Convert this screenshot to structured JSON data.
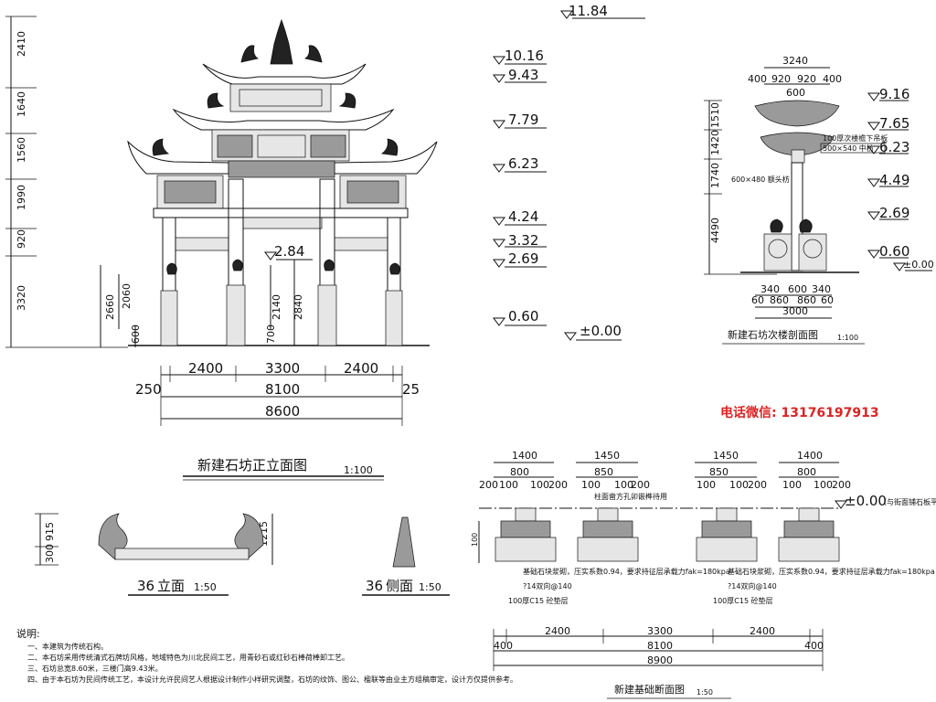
{
  "elevation": {
    "left_dims": [
      "2410",
      "1640",
      "1560",
      "1990",
      "920",
      "3320"
    ],
    "levels": [
      "11.84",
      "10.16",
      "9.43",
      "7.79",
      "6.23",
      "4.24",
      "3.32",
      "2.69",
      "0.60",
      "±0.00"
    ],
    "inner_dims": [
      "2660",
      "2060",
      "600",
      "2140",
      "2840",
      "700"
    ],
    "inner_level": "2.84",
    "bottom_dims": [
      "2400",
      "3300",
      "2400",
      "250",
      "8100",
      "25",
      "8600"
    ],
    "title": "新建石坊正立面图",
    "scale": "1:100"
  },
  "section": {
    "top_dims": [
      "3240",
      "400",
      "920",
      "920",
      "400",
      "600"
    ],
    "left_dims": [
      "1510",
      "1420",
      "1740",
      "4490"
    ],
    "levels": [
      "9.16",
      "7.65",
      "6.23",
      "4.49",
      "2.69",
      "0.60",
      "±0.00"
    ],
    "notes": [
      "100厚次楼檐下吊板",
      "500×540 中枋",
      "600×480 额头枋"
    ],
    "bottom_dims": [
      "340",
      "600",
      "340",
      "60",
      "860",
      "860",
      "60",
      "3000"
    ],
    "title": "新建石坊次楼剖面图",
    "scale": "1:100"
  },
  "contact": "电话微信: 13176197913",
  "detail36": {
    "dims": [
      "915",
      "300",
      "1215"
    ],
    "front_label": "36",
    "front_word": "立面",
    "front_scale": "1:50",
    "side_label": "36",
    "side_word": "侧面",
    "side_scale": "1:50"
  },
  "foundation": {
    "top_dims": [
      [
        "1400",
        "200",
        "100",
        "800",
        "100",
        "200"
      ],
      [
        "1450",
        "100",
        "850",
        "100",
        "200"
      ],
      [
        "1450",
        "100",
        "850",
        "100",
        "200"
      ],
      [
        "1400",
        "100",
        "800",
        "100",
        "200"
      ]
    ],
    "pier_note": "柱面凿方孔卯嵌榫待用",
    "level": "±0.00",
    "level_note": "（与街面铺石板平）",
    "left_dim": "100",
    "notes": [
      "基础石块浆砌，压实系数0.94，要求持征层承载力fak=180kpa",
      "基础石块浆砌，压实系数0.94，要求持征层承载力fak=180kpa"
    ],
    "rebar": [
      "?14双向@140",
      "?14双向@140"
    ],
    "pad": [
      "100厚C15 砼垫层",
      "100厚C15 砼垫层"
    ],
    "bottom_dims": [
      "2400",
      "3300",
      "2400",
      "400",
      "8100",
      "400",
      "8900"
    ],
    "title": "新建基础断面图",
    "scale": "1:50"
  },
  "notes": {
    "heading": "说明:",
    "lines": [
      "一、本建筑为传统石构。",
      "二、本石坊采用传统清式石牌坊风格，地域特色为川北民间工艺，用青砂石或红砂石棒荷棒卸工艺。",
      "三、石坊总宽8.60米，三楼门高9.43米。",
      "四、由于本石坊为民间传统工艺，本设计允许民间艺人根据设计制作小样研究调整，石坊的纹饰、图公、楹联等由业主方组稿审定，设计方仅提供参考。"
    ]
  }
}
